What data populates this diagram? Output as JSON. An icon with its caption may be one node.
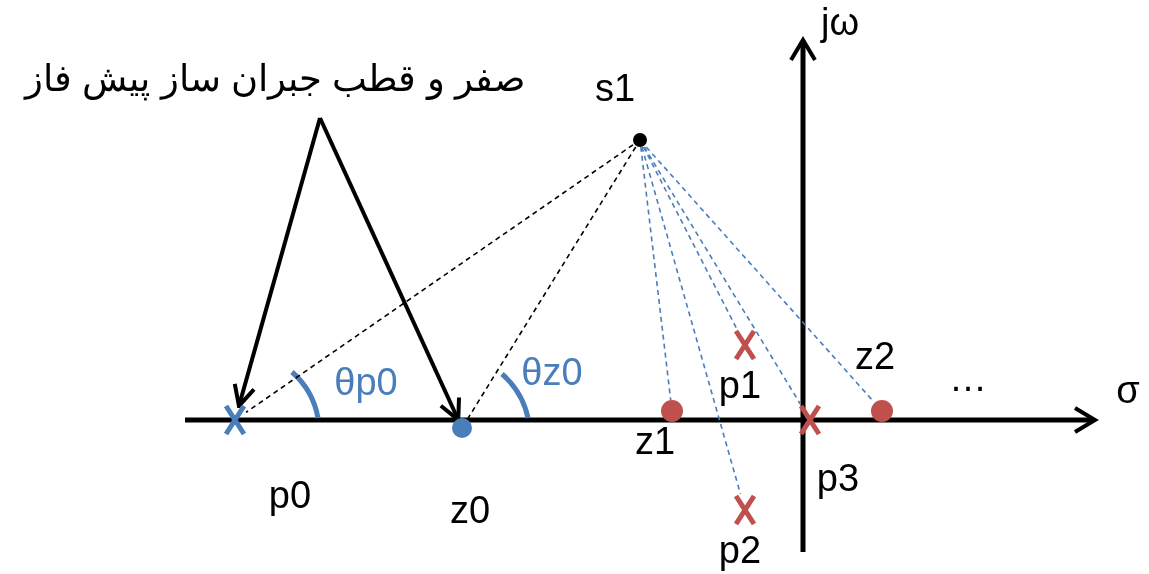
{
  "diagram": {
    "nodes": [
      {
        "text": [
          "صفر و قطب جبران ساز پیش فاز"
        ]
      },
      {
        "text": [],
        "shape": "circle",
        "beside": [
          "s1"
        ]
      },
      {
        "text": [],
        "shape": "cross",
        "beside": [
          "p0"
        ]
      },
      {
        "text": [],
        "shape": "circle",
        "beside": [
          "z0"
        ]
      },
      {
        "text": [],
        "shape": "circle",
        "beside": [
          "z1"
        ]
      },
      {
        "text": [],
        "shape": "cross",
        "beside": [
          "p1"
        ]
      },
      {
        "text": [],
        "shape": "cross",
        "beside": [
          "p2"
        ]
      },
      {
        "text": [],
        "shape": "cross",
        "beside": [
          "p3"
        ]
      },
      {
        "text": [],
        "shape": "circle",
        "beside": [
          "z2"
        ]
      }
    ],
    "edges": [
      {
        "from": 0,
        "to": 2,
        "arrow": "to",
        "style": "thick",
        "color": "#000000"
      },
      {
        "from": 0,
        "to": 3,
        "arrow": "to",
        "style": "thick",
        "color": "#000000"
      },
      {
        "from": 1,
        "to": 2,
        "arrow": "none",
        "style": "dashed",
        "color": "#000000"
      },
      {
        "from": 1,
        "to": 3,
        "arrow": "none",
        "style": "dashed",
        "color": "#000000"
      },
      {
        "from": 1,
        "to": 4,
        "arrow": "none",
        "style": "dashed"
      },
      {
        "from": 1,
        "to": 5,
        "arrow": "none",
        "style": "dashed"
      },
      {
        "from": 1,
        "to": 6,
        "arrow": "none",
        "style": "dashed"
      },
      {
        "from": 1,
        "to": 7,
        "arrow": "none",
        "style": "dashed"
      },
      {
        "from": 1,
        "to": 8,
        "arrow": "none",
        "style": "dashed"
      }
    ],
    "labels": [
      "jω",
      "θp0",
      "θz0",
      "…",
      "σ"
    ]
  }
}
